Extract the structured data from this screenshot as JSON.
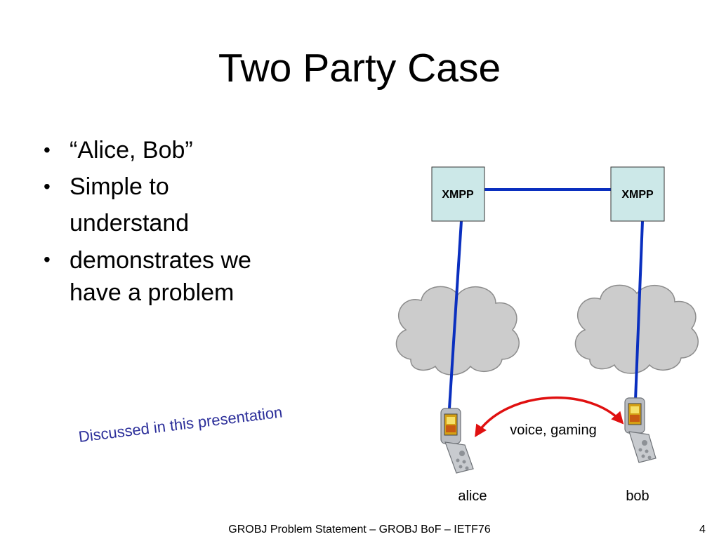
{
  "slide": {
    "title": "Two Party Case",
    "bullets": [
      "“Alice, Bob”",
      "Simple to understand",
      "demonstrates we have a problem"
    ],
    "annotation": "Discussed in this presentation",
    "footer": "GROBJ Problem Statement – GROBJ BoF – IETF76",
    "page_number": "4"
  },
  "diagram": {
    "servers": [
      {
        "label": "XMPP"
      },
      {
        "label": "XMPP"
      }
    ],
    "endpoints": [
      {
        "label": "alice"
      },
      {
        "label": "bob"
      }
    ],
    "peer_link_label": "voice, gaming",
    "colors": {
      "server_fill": "#cce8e8",
      "link": "#0a2fbf",
      "peer_arrow": "#e01010",
      "cloud_fill": "#cccccc",
      "cloud_stroke": "#8c8c8c"
    }
  }
}
